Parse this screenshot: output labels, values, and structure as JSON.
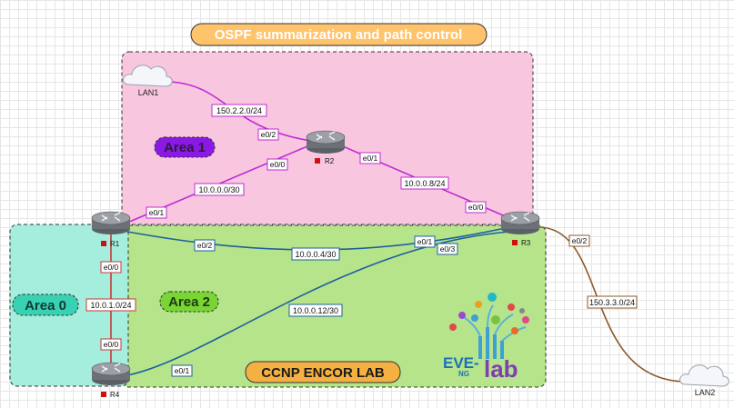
{
  "title": "OSPF summarization and path control",
  "footer_label": "CCNP ENCOR LAB",
  "areas": [
    {
      "id": "area1",
      "label": "Area 1",
      "color": "#f9c6e0",
      "pill": "#8b19e6"
    },
    {
      "id": "area2",
      "label": "Area 2",
      "color": "#b6e48a",
      "pill": "#79d534"
    },
    {
      "id": "area0",
      "label": "Area 0",
      "color": "#a5eedd",
      "pill": "#39d1b3"
    }
  ],
  "routers": [
    {
      "id": "r1",
      "label": "R1"
    },
    {
      "id": "r2",
      "label": "R2"
    },
    {
      "id": "r3",
      "label": "R3"
    },
    {
      "id": "r4",
      "label": "R4"
    }
  ],
  "clouds": [
    {
      "id": "lan1",
      "label": "LAN1"
    },
    {
      "id": "lan2",
      "label": "LAN2"
    }
  ],
  "networks": [
    {
      "id": "n-150-2",
      "label": "150.2.2.0/24"
    },
    {
      "id": "n-10-0",
      "label": "10.0.0.0/30"
    },
    {
      "id": "n-10-8",
      "label": "10.0.0.8/24"
    },
    {
      "id": "n-10-4",
      "label": "10.0.0.4/30"
    },
    {
      "id": "n-10-12",
      "label": "10.0.0.12/30"
    },
    {
      "id": "n-10-1",
      "label": "10.0.1.0/24"
    },
    {
      "id": "n-150-3",
      "label": "150.3.3.0/24"
    }
  ],
  "interfaces": {
    "r2_lan1": "e0/2",
    "r2_r1": "e0/0",
    "r2_r3": "e0/1",
    "r1_r2": "e0/1",
    "r1_r3": "e0/2",
    "r1_r4": "e0/0",
    "r3_r2": "e0/0",
    "r3_r1": "e0/1",
    "r3_r4": "e0/3",
    "r3_lan2": "e0/2",
    "r4_r1": "e0/0",
    "r4_r3": "e0/1"
  },
  "logo": {
    "text_main": "EVE-",
    "text_ng": "NG",
    "text_lab": "lab"
  },
  "colors": {
    "link_area1": "#c02cd4",
    "link_area2": "#1f5f9e",
    "link_area0": "#c53b3b",
    "link_wan": "#8c5a2b",
    "title_bg": "#ffc36b",
    "footer_bg": "#f5b042"
  }
}
